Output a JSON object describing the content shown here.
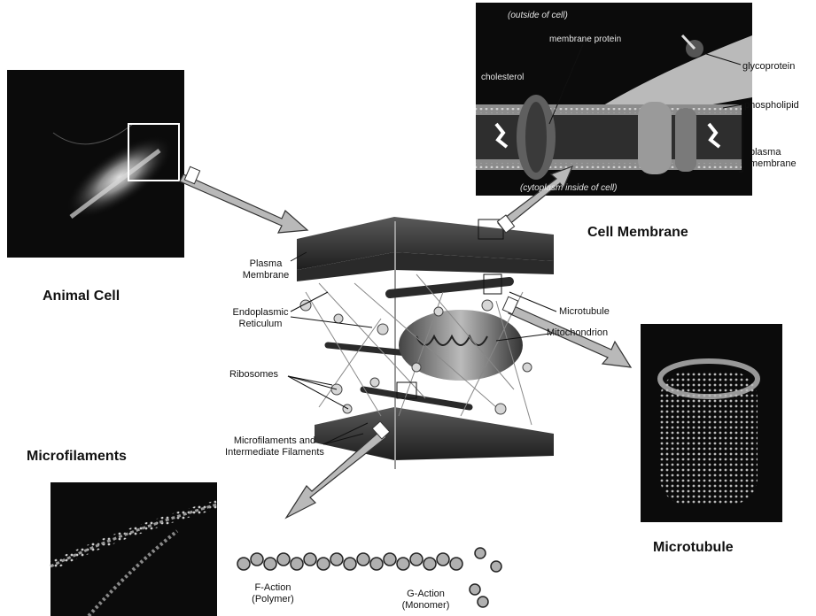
{
  "captions": {
    "animal_cell": "Animal Cell",
    "cell_membrane": "Cell Membrane",
    "microfilaments": "Microfilaments",
    "microtubule": "Microtubule"
  },
  "membrane_panel": {
    "outside": "(outside of cell)",
    "inside": "(cytoplasm inside of cell)",
    "membrane_protein": "membrane protein",
    "cholesterol": "cholesterol",
    "glycoprotein": "glycoprotein",
    "phospholipid": "phospholipid",
    "plasma_membrane": "plasma membrane"
  },
  "center_labels": {
    "plasma_membrane": "Plasma Membrane",
    "endoplasmic_reticulum": "Endoplasmic Reticulum",
    "ribosomes": "Ribosomes",
    "filaments": "Microfilaments and Intermediate Filaments",
    "microtubule": "Microtubule",
    "mitochondrion": "Mitochondrion"
  },
  "actin": {
    "f_action": "F-Action (Polymer)",
    "g_action": "G-Action (Monomer)"
  },
  "colors": {
    "arrow_fill": "#b9b9b9",
    "panel_bg": "#0b0b0b"
  }
}
